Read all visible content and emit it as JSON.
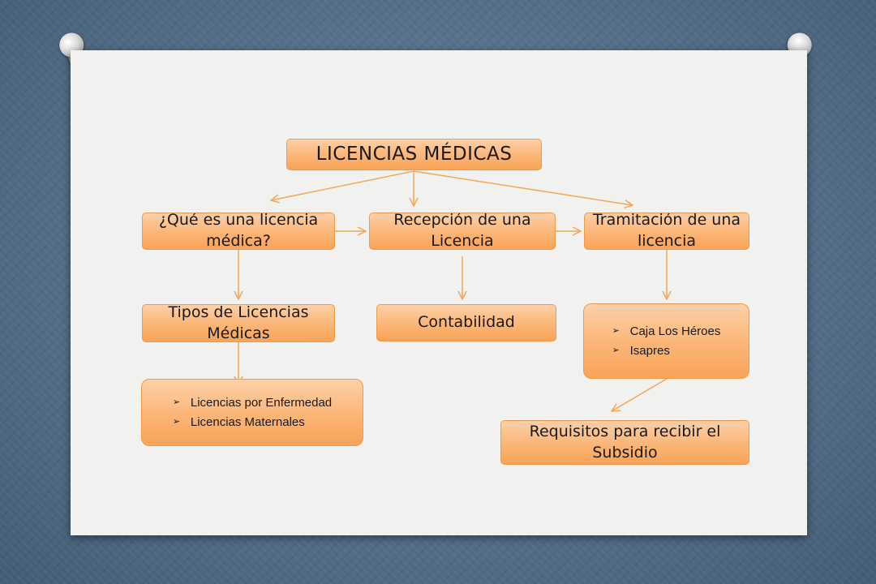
{
  "diagram": {
    "title": "LICENCIAS MÉDICAS",
    "nodes": {
      "que_es": "¿Qué es una licencia médica?",
      "recepcion": "Recepción de una Licencia",
      "tramitacion": "Tramitación de una licencia",
      "tipos": "Tipos de Licencias Médicas",
      "contabilidad": "Contabilidad",
      "requisitos": "Requisitos para recibir el Subsidio"
    },
    "licencias_list": [
      "Licencias por Enfermedad",
      "Licencias Maternales"
    ],
    "entidades_list": [
      "Caja Los Héroes",
      "Isapres"
    ],
    "bullet_icon": "➢"
  },
  "colors": {
    "node_fill": "#fbb576",
    "node_border": "#f39a4a",
    "connector": "#f4a754",
    "slide_bg": "#f1f1f0",
    "backdrop": "#56718d"
  }
}
